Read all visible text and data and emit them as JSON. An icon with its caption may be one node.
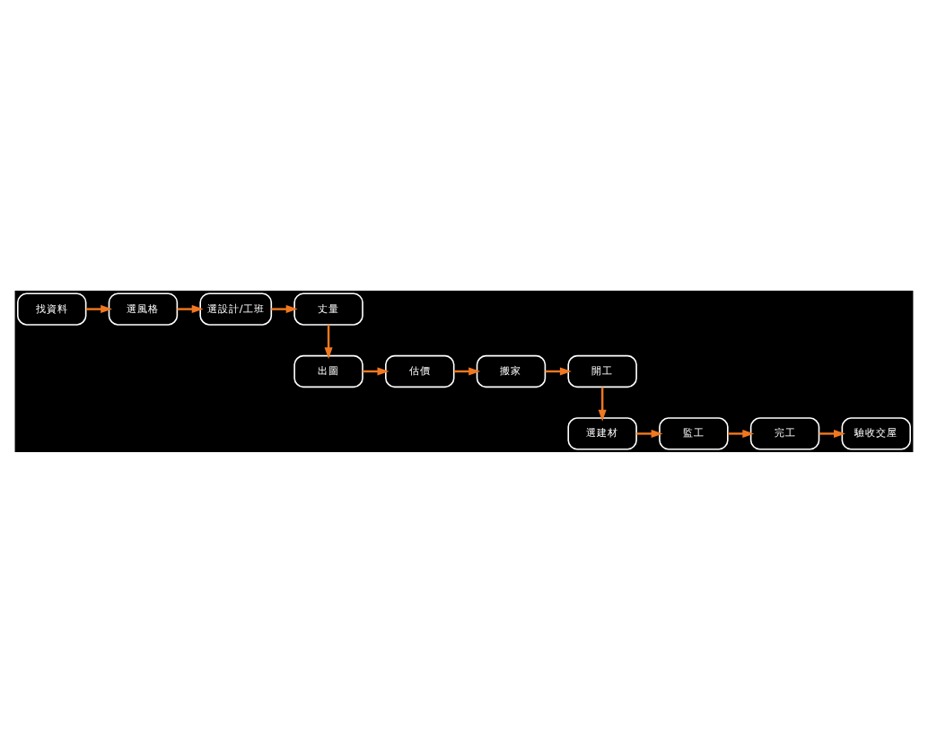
{
  "diagram": {
    "nodes": [
      {
        "text": [
          "找資料"
        ]
      },
      {
        "text": [
          "選風格"
        ]
      },
      {
        "text": [
          "選設計/工班"
        ]
      },
      {
        "text": [
          "丈量"
        ]
      },
      {
        "text": [
          "出圖"
        ]
      },
      {
        "text": [
          "估價"
        ]
      },
      {
        "text": [
          "搬家"
        ]
      },
      {
        "text": [
          "開工"
        ]
      },
      {
        "text": [
          "選建材"
        ]
      },
      {
        "text": [
          "監工"
        ]
      },
      {
        "text": [
          "完工"
        ]
      },
      {
        "text": [
          "驗收交屋"
        ]
      }
    ],
    "edges": [
      {
        "from": 0,
        "to": 1,
        "arrow": "to"
      },
      {
        "from": 1,
        "to": 2,
        "arrow": "to"
      },
      {
        "from": 2,
        "to": 3,
        "arrow": "to"
      },
      {
        "from": 3,
        "to": 4,
        "arrow": "to"
      },
      {
        "from": 4,
        "to": 5,
        "arrow": "to"
      },
      {
        "from": 5,
        "to": 6,
        "arrow": "to"
      },
      {
        "from": 6,
        "to": 7,
        "arrow": "to"
      },
      {
        "from": 7,
        "to": 8,
        "arrow": "to"
      },
      {
        "from": 8,
        "to": 9,
        "arrow": "to"
      },
      {
        "from": 9,
        "to": 10,
        "arrow": "to"
      },
      {
        "from": 10,
        "to": 11,
        "arrow": "to"
      }
    ]
  }
}
